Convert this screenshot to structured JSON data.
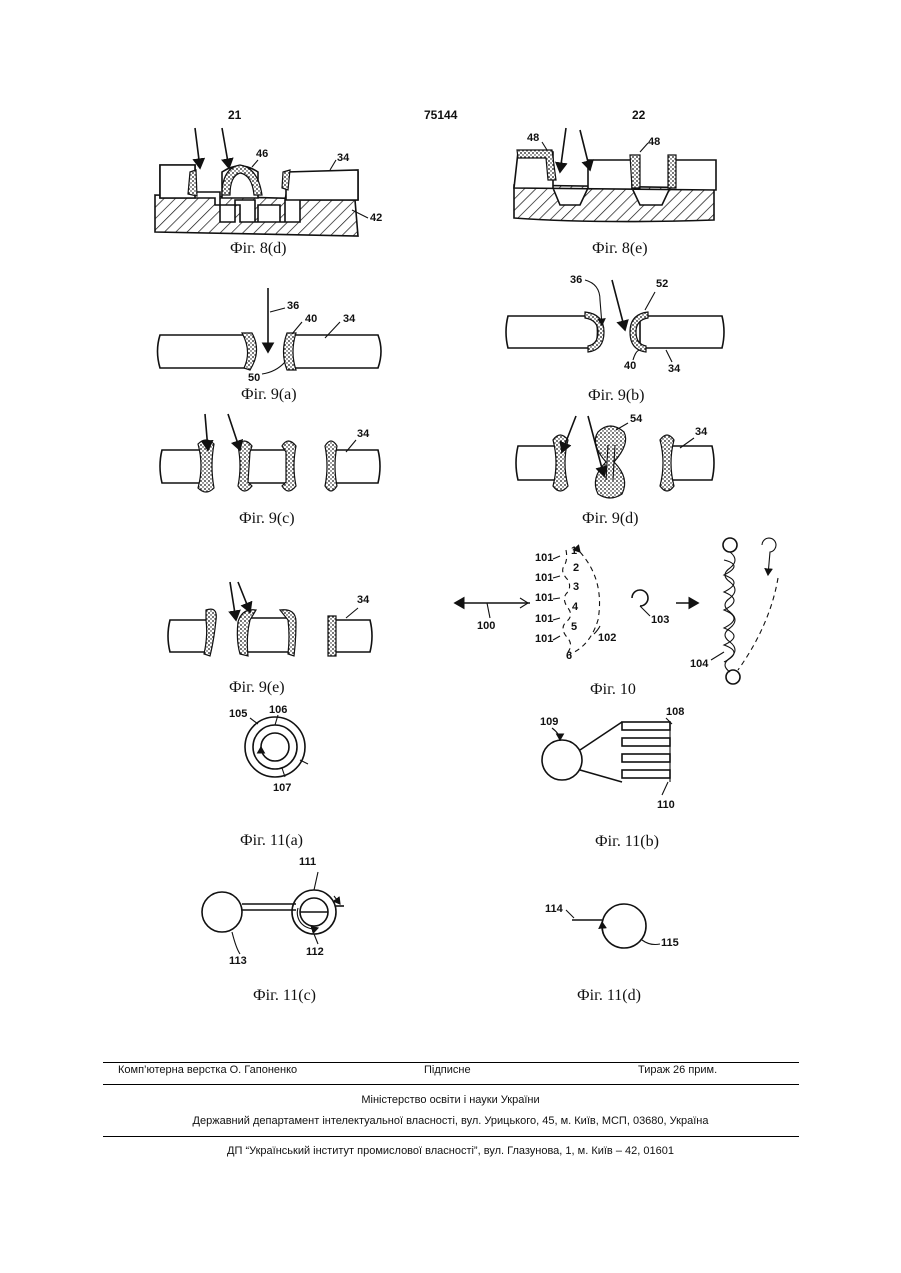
{
  "header": {
    "left_page": "21",
    "patent_number": "75144",
    "right_page": "22"
  },
  "figures": {
    "fig8d": {
      "caption": "Фіг. 8(d)",
      "labels": [
        "46",
        "34",
        "42"
      ]
    },
    "fig8e": {
      "caption": "Фіг. 8(e)",
      "labels": [
        "48",
        "48"
      ]
    },
    "fig9a": {
      "caption": "Фіг. 9(a)",
      "labels": [
        "36",
        "40",
        "34",
        "50"
      ]
    },
    "fig9b": {
      "caption": "Фіг. 9(b)",
      "labels": [
        "36",
        "52",
        "40",
        "34"
      ]
    },
    "fig9c": {
      "caption": "Фіг. 9(c)",
      "labels": [
        "34"
      ]
    },
    "fig9d": {
      "caption": "Фіг. 9(d)",
      "labels": [
        "54",
        "34"
      ]
    },
    "fig9e": {
      "caption": "Фіг. 9(e)",
      "labels": [
        "34"
      ]
    },
    "fig10": {
      "caption": "Фіг. 10",
      "labels": [
        "101",
        "101",
        "101",
        "101",
        "101",
        "1",
        "2",
        "3",
        "4",
        "5",
        "6",
        "100",
        "102",
        "103",
        "104"
      ]
    },
    "fig11a": {
      "caption": "Фіг. 11(a)",
      "labels": [
        "105",
        "106",
        "107"
      ]
    },
    "fig11b": {
      "caption": "Фіг. 11(b)",
      "labels": [
        "109",
        "108",
        "110"
      ]
    },
    "fig11c": {
      "caption": "Фіг. 11(c)",
      "labels": [
        "111",
        "113",
        "112"
      ]
    },
    "fig11d": {
      "caption": "Фіг. 11(d)",
      "labels": [
        "114",
        "115"
      ]
    }
  },
  "footer": {
    "typesetting": "Комп’ютерна верстка О. Гапоненко",
    "signed": "Підписне",
    "circulation": "Тираж 26 прим.",
    "ministry": "Міністерство освіти і науки України",
    "department": "Державний департамент інтелектуальної власності, вул. Урицького, 45, м. Київ, МСП, 03680, Україна",
    "institute": "ДП “Український інститут промислової власності”, вул. Глазунова, 1, м. Київ – 42, 01601"
  }
}
